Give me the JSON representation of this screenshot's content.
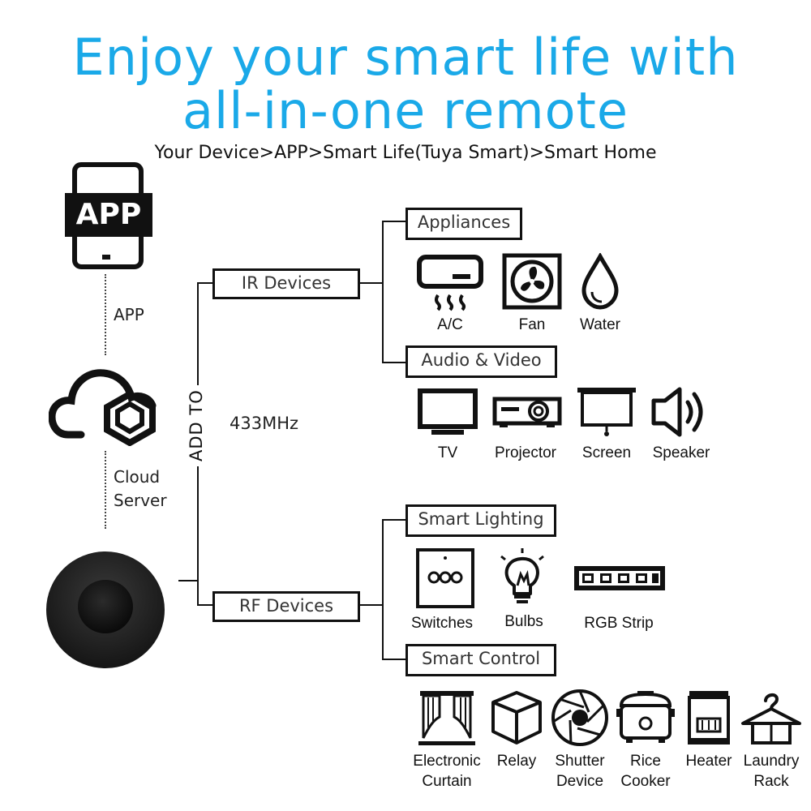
{
  "header": {
    "title_line1": "Enjoy your smart life with",
    "title_line2": "all-in-one remote",
    "path": "Your Device>APP>Smart Life(Tuya Smart)>Smart Home",
    "accent_color": "#1aa9e8"
  },
  "left": {
    "app_icon_text": "APP",
    "app_label": "APP",
    "cloud_label_1": "Cloud",
    "cloud_label_2": "Server"
  },
  "center": {
    "add_to": "ADD TO",
    "frequency": "433MHz",
    "ir_box": "IR Devices",
    "rf_box": "RF Devices"
  },
  "categories": {
    "appliances": "Appliances",
    "audio_video": "Audio & Video",
    "smart_lighting": "Smart Lighting",
    "smart_control": "Smart Control"
  },
  "devices": {
    "ac": "A/C",
    "fan": "Fan",
    "water": "Water",
    "tv": "TV",
    "projector": "Projector",
    "screen": "Screen",
    "speaker": "Speaker",
    "switches": "Switches",
    "bulbs": "Bulbs",
    "rgb_strip": "RGB Strip",
    "curtain_1": "Electronic",
    "curtain_2": "Curtain",
    "relay": "Relay",
    "shutter_1": "Shutter",
    "shutter_2": "Device",
    "rice_1": "Rice",
    "rice_2": "Cooker",
    "heater": "Heater",
    "laundry_1": "Laundry",
    "laundry_2": "Rack"
  }
}
